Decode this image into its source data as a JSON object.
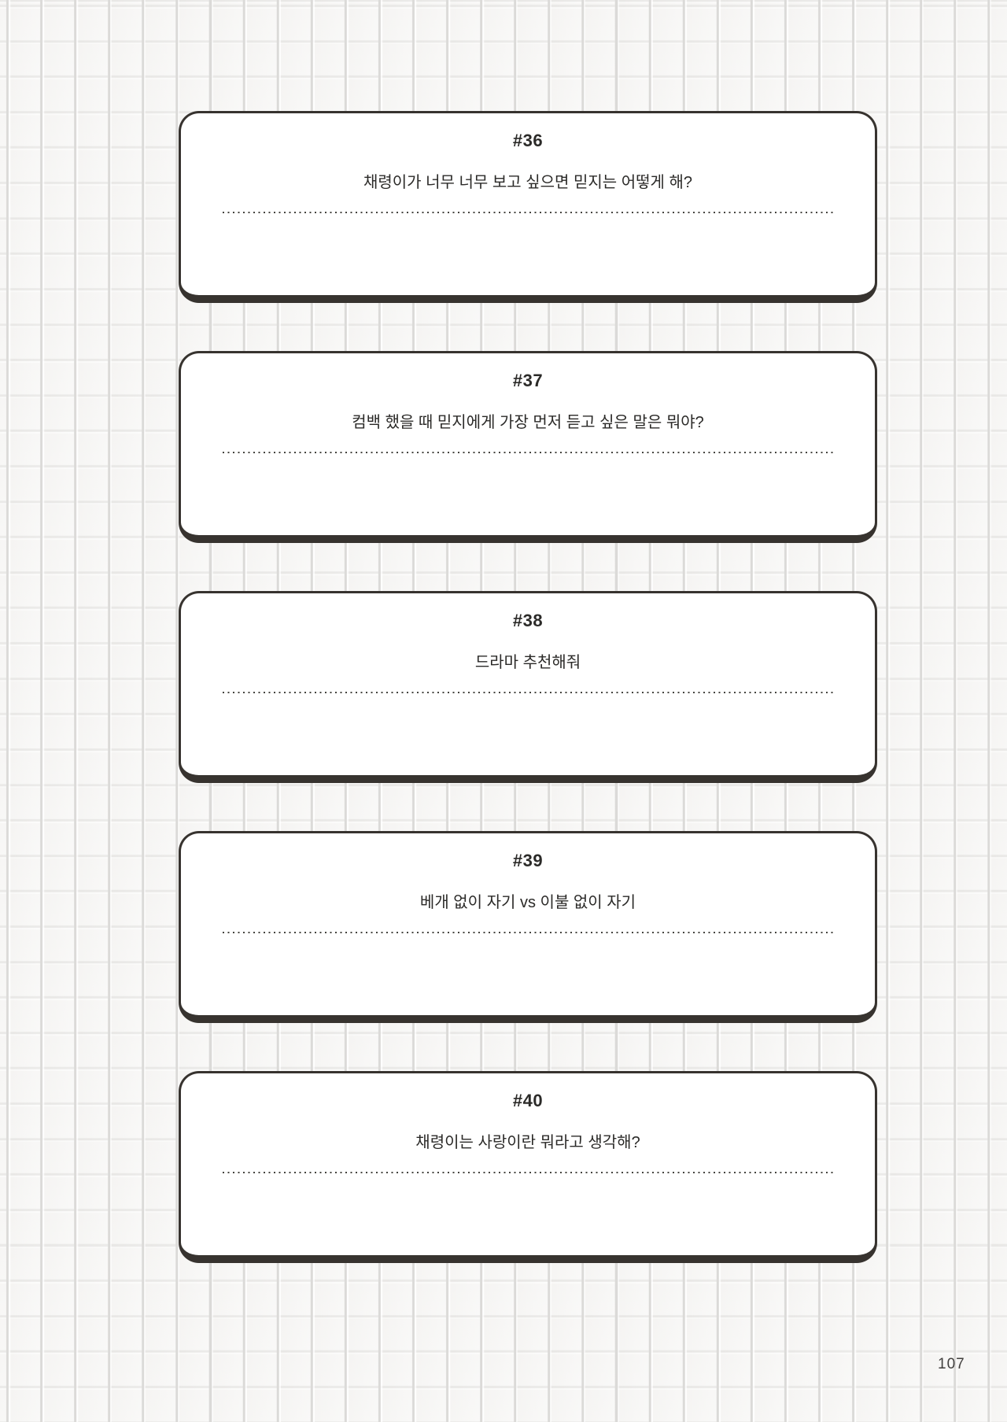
{
  "page": {
    "number": "107"
  },
  "cards": [
    {
      "id": "#36",
      "question": "채령이가 너무 너무 보고 싶으면 믿지는 어떻게 해?"
    },
    {
      "id": "#37",
      "question": "컴백 했을 때 믿지에게 가장 먼저 듣고 싶은 말은 뭐야?"
    },
    {
      "id": "#38",
      "question": "드라마 추천해줘"
    },
    {
      "id": "#39",
      "question": "베개 없이 자기 vs 이불 없이 자기"
    },
    {
      "id": "#40",
      "question": "채령이는 사랑이란 뭐라고 생각해?"
    }
  ],
  "colors": {
    "card_border": "#37332f",
    "card_background": "#ffffff",
    "text": "#2b2a28",
    "dotted_line": "#45443f",
    "grid_line": "#dbdad8",
    "page_background": "#f7f6f5",
    "page_number": "#413f3e"
  }
}
